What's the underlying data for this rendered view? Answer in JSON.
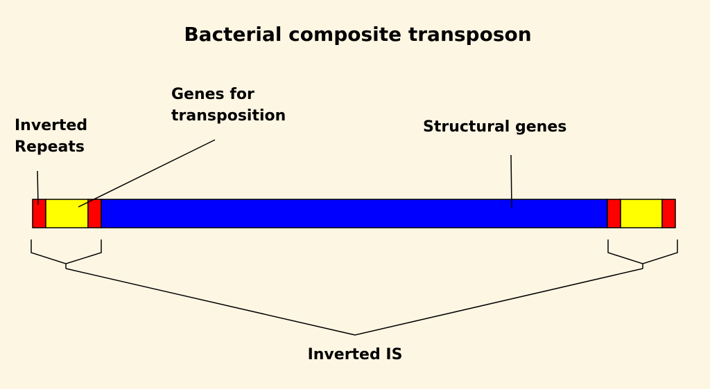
{
  "title": "Bacterial composite transposon",
  "labels": {
    "inverted_repeats_line1": "Inverted",
    "inverted_repeats_line2": "Repeats",
    "genes_for_transposition_line1": "Genes for",
    "genes_for_transposition_line2": "transposition",
    "structural_genes": "Structural genes",
    "inverted_is": "Inverted IS"
  },
  "colors": {
    "background": "#fdf6e3",
    "inverted_repeat": "#ff0000",
    "transposition_genes": "#ffff00",
    "structural_genes": "#0000ff",
    "outline": "#000000"
  }
}
